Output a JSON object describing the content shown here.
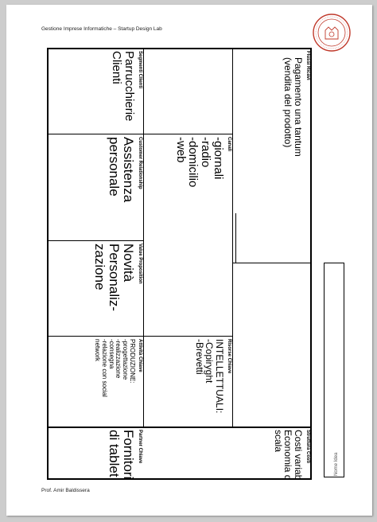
{
  "header": {
    "title": "Gestione Imprese Informatiche – Startup Design Lab"
  },
  "footer": {
    "author": "Prof. Amir Baldissera"
  },
  "seal": {
    "icon": "university-seal-icon",
    "color": "#c0392b"
  },
  "canvas": {
    "segmenti_clienti": {
      "title": "Segmenti Clienti",
      "lines": [
        "Parrucchierie",
        "Clienti"
      ]
    },
    "customer_relationship": {
      "title": "Customer Relationship",
      "lines": [
        "Assistenza",
        "personale"
      ]
    },
    "canali": {
      "title": "Canali",
      "lines": [
        "-giornali",
        "-radio",
        "-domicilio",
        "-web"
      ]
    },
    "value_proposition": {
      "title": "Value Proposition",
      "lines": [
        "Novità",
        "Personaliz-",
        "zazione"
      ]
    },
    "flussi_ricavi": {
      "title": "Flussi Ricavi",
      "lines": [
        "Pagamento una tantum",
        "(vendita del prodotto)"
      ]
    },
    "attivita_chiave": {
      "title": "Attività Chiave",
      "lines": [
        "PRODUZIONE:",
        "-progettazione",
        "-realizzazione",
        "-consegna",
        "-relazione con social",
        "network"
      ]
    },
    "risorse_chiave": {
      "title": "Risorse Chiave",
      "lines": [
        "INTELLETTUALI:",
        "-Copiryght",
        "-Brevetti"
      ]
    },
    "partner_chiave": {
      "title": "Partner Chiave",
      "lines": [
        "Fornitori",
        "di tablet"
      ]
    },
    "struttura_costi": {
      "title": "Struttura Costi",
      "lines": [
        "Costi variabili",
        "Economia di",
        "scala"
      ]
    }
  },
  "nome_idea": {
    "label": "Nome Idea"
  }
}
